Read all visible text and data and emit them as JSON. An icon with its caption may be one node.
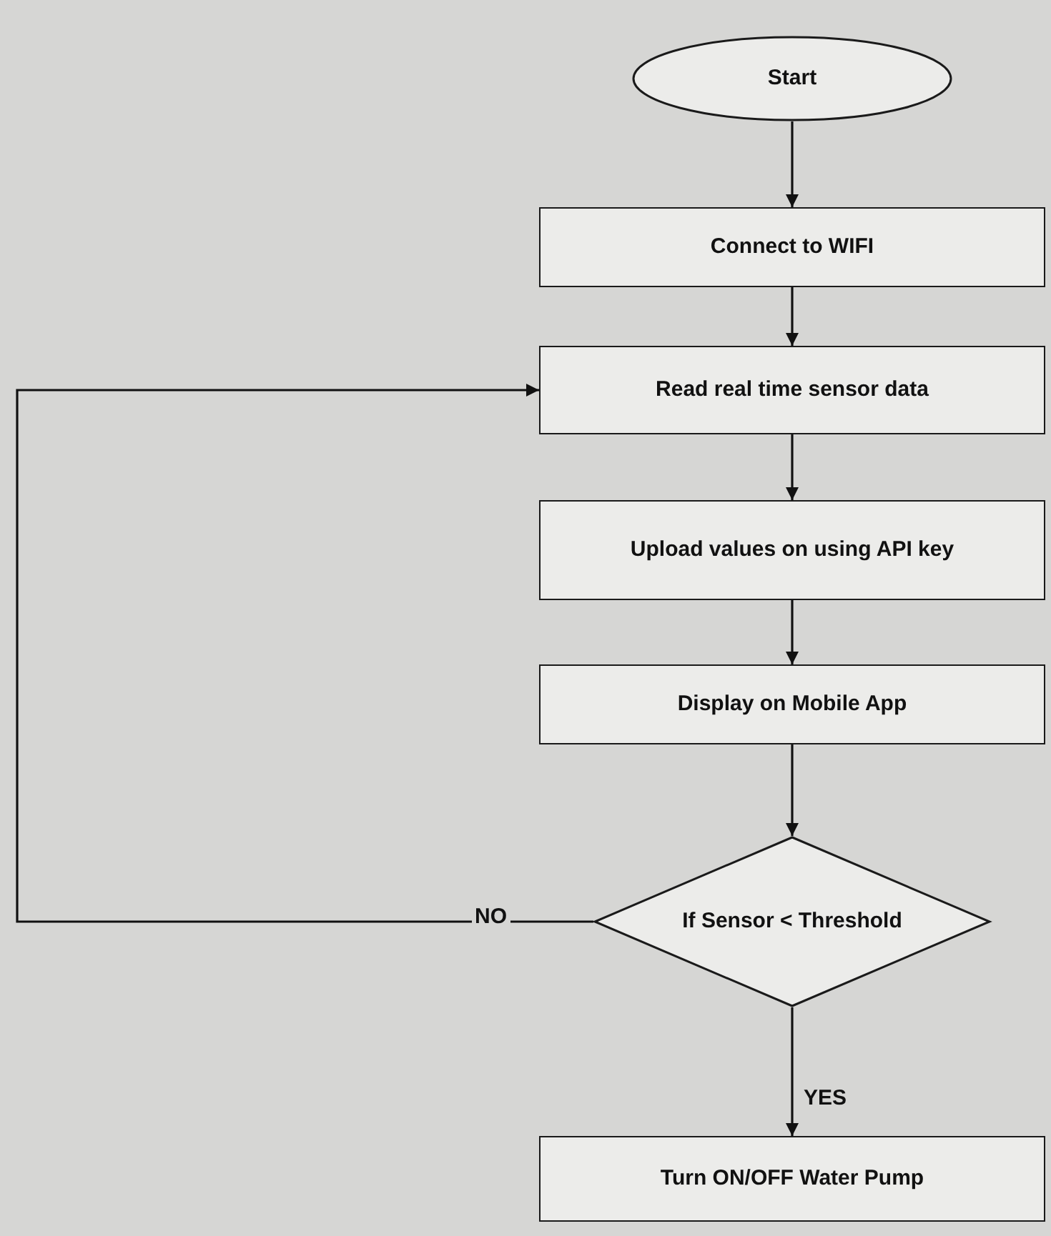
{
  "diagram": {
    "nodes": [
      {
        "text": [
          "Start"
        ]
      },
      {
        "text": [
          "Connect to WIFI"
        ]
      },
      {
        "text": [
          "Read real time sensor data"
        ]
      },
      {
        "text": [
          "Upload values on using API key"
        ]
      },
      {
        "text": [
          "Display on Mobile App"
        ]
      },
      {
        "text": [
          "If Sensor < Threshold"
        ]
      },
      {
        "text": [
          "Turn ON/OFF Water Pump"
        ]
      }
    ],
    "edges": [
      {
        "from": 0,
        "to": 1,
        "arrow": "to"
      },
      {
        "from": 1,
        "to": 2,
        "arrow": "to"
      },
      {
        "from": 2,
        "to": 3,
        "arrow": "to"
      },
      {
        "from": 3,
        "to": 4,
        "arrow": "to"
      },
      {
        "from": 4,
        "to": 5,
        "arrow": "to"
      },
      {
        "from": 5,
        "to": 6,
        "arrow": "to",
        "label": "YES"
      },
      {
        "from": 5,
        "to": 2,
        "arrow": "to",
        "label": "NO"
      }
    ]
  }
}
